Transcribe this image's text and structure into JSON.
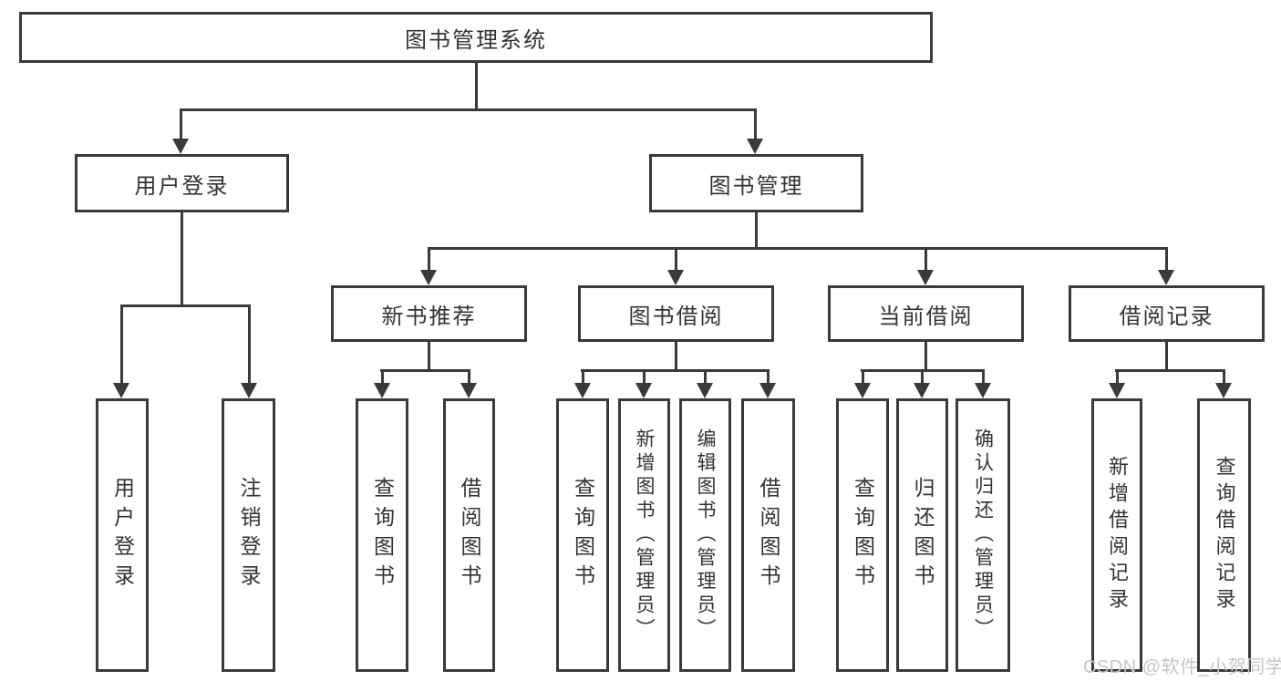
{
  "diagram": {
    "root": {
      "label": "图书管理系统"
    },
    "level1": [
      {
        "label": "用户登录"
      },
      {
        "label": "图书管理"
      }
    ],
    "level2": [
      {
        "label": "新书推荐"
      },
      {
        "label": "图书借阅"
      },
      {
        "label": "当前借阅"
      },
      {
        "label": "借阅记录"
      }
    ],
    "leaves": {
      "user_login": [
        "用户登录",
        "注销登录"
      ],
      "new_book_recommend": [
        "查询图书",
        "借阅图书"
      ],
      "book_borrow": [
        "查询图书",
        "新增图书（管理员）",
        "编辑图书（管理员）",
        "借阅图书"
      ],
      "current_borrow": [
        "查询图书",
        "归还图书",
        "确认归还（管理员）"
      ],
      "borrow_records": [
        "新增借阅记录",
        "查询借阅记录"
      ]
    }
  },
  "watermark": {
    "text": "CSDN @软件_小贺同学"
  },
  "colors": {
    "line": "#3a3a3a",
    "text": "#333333",
    "watermark": "#c5c5c5",
    "background": "#ffffff"
  }
}
